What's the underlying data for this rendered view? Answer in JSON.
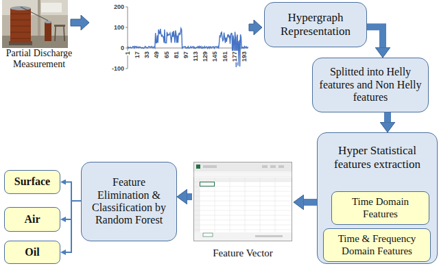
{
  "diagram": {
    "nodes": [
      {
        "text": [
          "Partial Discharge Measurement"
        ]
      },
      {
        "text": [
          "Hypergraph Representation"
        ]
      },
      {
        "text": [
          "Splitted into Helly features and Non Helly features"
        ]
      },
      {
        "text": [
          "Hyper Statistical features extraction"
        ]
      },
      {
        "text": [
          "Time Domain Features"
        ],
        "in": 3
      },
      {
        "text": [
          "Time & Frequency Domain Features"
        ],
        "in": 3
      },
      {
        "text": [
          "Feature Vector"
        ]
      },
      {
        "text": [
          "Feature Elimination & Classification by Random Forest"
        ]
      },
      {
        "text": [
          "Surface"
        ]
      },
      {
        "text": [
          "Air"
        ]
      },
      {
        "text": [
          "Oil"
        ]
      }
    ],
    "edges": [
      {
        "from": 1,
        "to": 2,
        "arrow": "to"
      },
      {
        "from": 2,
        "to": 3,
        "arrow": "to"
      },
      {
        "from": 3,
        "to": 6,
        "arrow": "to"
      },
      {
        "from": 6,
        "to": 7,
        "arrow": "to"
      },
      {
        "from": 7,
        "to": 8,
        "arrow": "to"
      },
      {
        "from": 7,
        "to": 9,
        "arrow": "to"
      },
      {
        "from": 7,
        "to": 10,
        "arrow": "to"
      }
    ],
    "labels": [
      "200",
      "100",
      "0",
      "-100",
      "1",
      "17",
      "33",
      "49",
      "65",
      "81",
      "97",
      "113",
      "129",
      "145",
      "161",
      "177",
      "193"
    ]
  }
}
